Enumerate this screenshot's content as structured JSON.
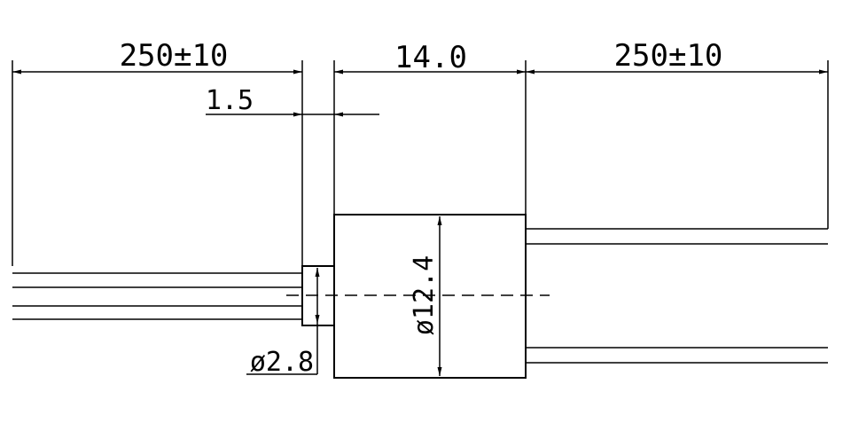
{
  "drawing": {
    "overall_left_length": "250±10",
    "body_length": "14.0",
    "overall_right_length": "250±10",
    "step_length": "1.5",
    "body_diameter": "ø12.4",
    "stem_diameter": "ø2.8"
  },
  "colors": {
    "line": "#000000",
    "background": "#ffffff"
  }
}
